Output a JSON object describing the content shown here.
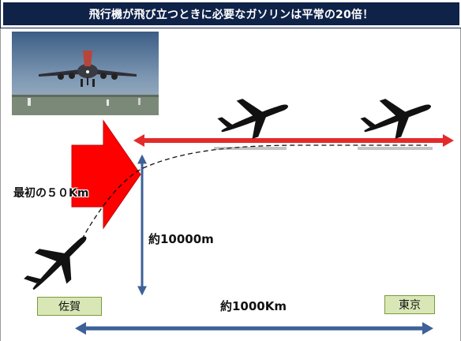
{
  "title": "飛行機が飛び立つときに必要なガソリンは平常の20倍！",
  "labels": {
    "first_distance": "最初の５０Km",
    "altitude": "約10000m",
    "distance": "約1000Km"
  },
  "cities": {
    "origin": "佐賀",
    "destination": "東京"
  },
  "colors": {
    "title_bg": "#0f2248",
    "big_arrow": "#ff0000",
    "cruise_arrow": "#e32a2a",
    "axis_arrow": "#3d6198",
    "city_box": "#d9e7b6"
  }
}
